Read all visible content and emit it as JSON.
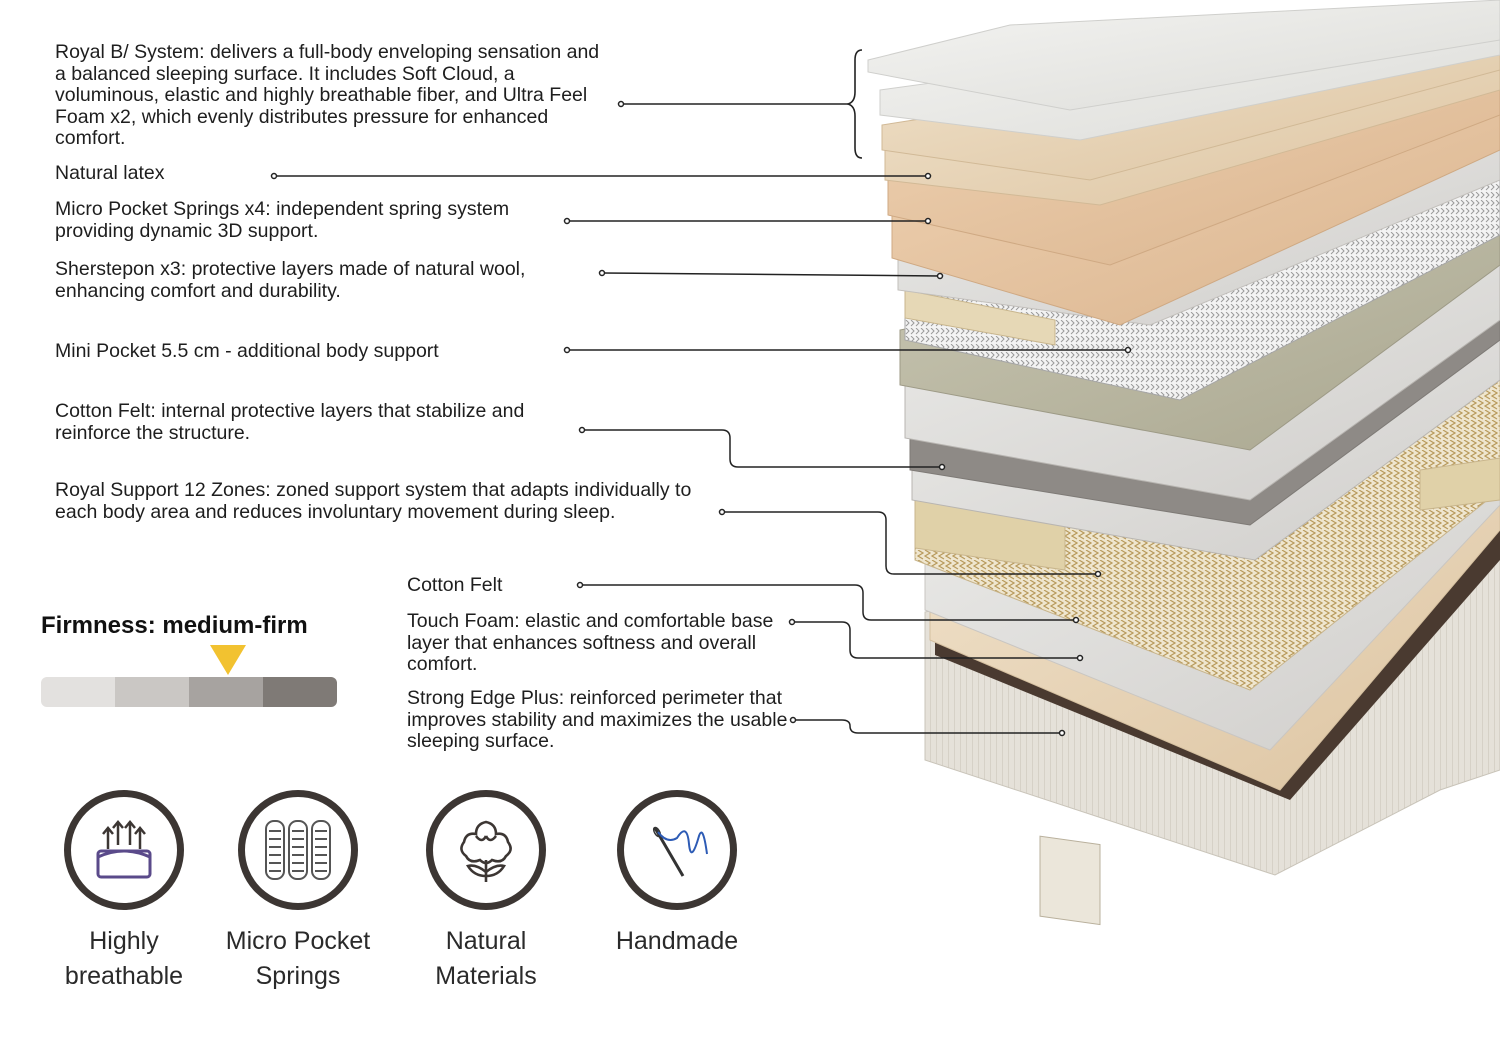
{
  "callouts": [
    {
      "id": "royal-b-system",
      "text": "Royal B/ System: delivers a full-body enveloping sensation and a balanced sleeping surface. It includes Soft Cloud, a voluminous, elastic and highly breathable fiber, and Ultra Feel Foam x2, which evenly distributes pressure for enhanced comfort."
    },
    {
      "id": "natural-latex",
      "text": "Natural latex"
    },
    {
      "id": "micro-pocket-springs",
      "text": "Micro Pocket Springs x4: independent spring system providing dynamic 3D support."
    },
    {
      "id": "sherstepon",
      "text": "Sherstepon x3: protective layers made of natural wool, enhancing comfort and durability."
    },
    {
      "id": "mini-pocket",
      "text": "Mini Pocket 5.5 cm - additional body support"
    },
    {
      "id": "cotton-felt-internal",
      "text": "Cotton Felt: internal protective layers that stabilize and reinforce the structure."
    },
    {
      "id": "royal-support",
      "text": "Royal Support 12 Zones: zoned support system that adapts individually to each body area and reduces involuntary movement during sleep."
    },
    {
      "id": "cotton-felt",
      "text": "Cotton Felt"
    },
    {
      "id": "touch-foam",
      "text": "Touch Foam: elastic and comfortable base layer that enhances softness and overall comfort."
    },
    {
      "id": "strong-edge-plus",
      "text": "Strong Edge Plus: reinforced perimeter that improves stability and maximizes the usable sleeping surface."
    }
  ],
  "firmness": {
    "title": "Firmness: medium-firm",
    "levels": 4,
    "selected_level": 3,
    "scale_colors": [
      "#e3e1df",
      "#cac7c4",
      "#a7a3a0",
      "#7f7a76"
    ],
    "pointer_color": "#f2c230"
  },
  "features": [
    {
      "id": "highly-breathable",
      "label_line1": "Highly",
      "label_line2": "breathable",
      "icon": "breathable-mattress-icon"
    },
    {
      "id": "micro-pocket-springs",
      "label_line1": "Micro Pocket",
      "label_line2": "Springs",
      "icon": "pocket-springs-icon"
    },
    {
      "id": "natural-materials",
      "label_line1": "Natural",
      "label_line2": "Materials",
      "icon": "cotton-flower-icon"
    },
    {
      "id": "handmade",
      "label_line1": "Handmade",
      "label_line2": "",
      "icon": "needle-thread-icon"
    }
  ],
  "colors": {
    "icon_ring": "#3c3633",
    "accent_purple": "#5a4a8a",
    "thread_blue": "#2d5bb5"
  }
}
